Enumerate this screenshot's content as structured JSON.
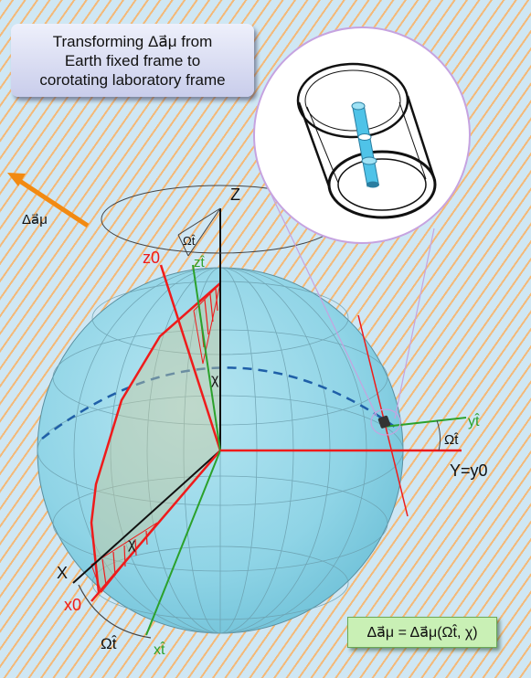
{
  "title": {
    "text": "Transforming Δa⃗μ from\nEarth fixed frame to\ncorotating laboratory frame"
  },
  "labels": {
    "delta_a": "Δa⃗μ",
    "Z": "Z",
    "z0": "z0",
    "zt": "zt̂",
    "omega_t_top": "Ωt̂",
    "chi_upper": "χ",
    "chi_lower": "χ",
    "X": "X",
    "x0": "x0",
    "xt": "xt̂",
    "omega_t_bottom": "Ωt̂",
    "Y_y0": "Y=y0",
    "yt": "yt̂",
    "omega_t_right": "Ωt̂"
  },
  "formula": {
    "text": "Δa⃗μ = Δa⃗μ(Ωt̂, χ)"
  },
  "colors": {
    "red": "#ef1b1b",
    "green": "#2ba12b",
    "orange": "#f28a12",
    "sphere": "#8fd4e6",
    "detector_blue": "#4fc3e8",
    "zoom_line": "#c6a3e0"
  }
}
